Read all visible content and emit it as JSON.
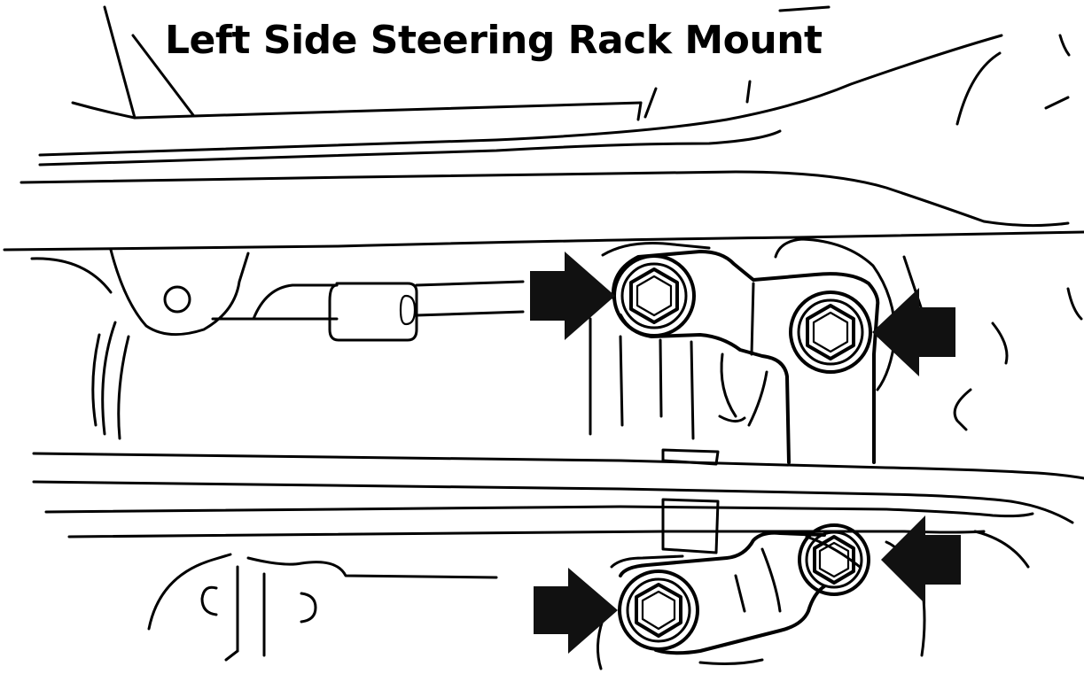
{
  "title": "Left Side Steering Rack Mount",
  "colors": {
    "line": "#000000",
    "arrow": "#111111",
    "background": "#ffffff"
  },
  "bolts": [
    {
      "name": "upper-left-bolt"
    },
    {
      "name": "upper-right-bolt"
    },
    {
      "name": "lower-left-bolt"
    },
    {
      "name": "lower-right-bolt"
    }
  ],
  "arrows": [
    {
      "name": "arrow-upper-left",
      "points_to": "upper-left-bolt",
      "direction": "right"
    },
    {
      "name": "arrow-upper-right",
      "points_to": "upper-right-bolt",
      "direction": "left"
    },
    {
      "name": "arrow-lower-left",
      "points_to": "lower-left-bolt",
      "direction": "right"
    },
    {
      "name": "arrow-lower-right",
      "points_to": "lower-right-bolt",
      "direction": "left"
    }
  ]
}
